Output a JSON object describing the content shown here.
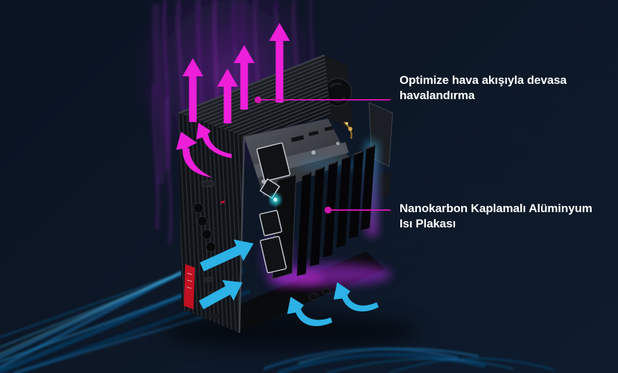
{
  "colors": {
    "magenta": "#ed1fd9",
    "cyan": "#2cb2e6",
    "callout": "#d016b0",
    "background": "#0d1726",
    "text": "#ffffff"
  },
  "annotations": [
    {
      "id": "ventilation",
      "text": "Optimize hava akışıyla devasa havalandırma",
      "target": "top-vent-grille"
    },
    {
      "id": "heat-plate",
      "text": "Nanokarbon Kaplamalı Alüminyum Isı Plakası",
      "target": "heatsink-fins"
    }
  ],
  "airflow_icons": {
    "exhaust_up_arrows": 4,
    "exhaust_swirl_arrows": 2,
    "intake_straight_arrows": 2,
    "intake_swirl_arrows": 2
  },
  "scene_parts": [
    "purple-exhaust-streaks",
    "cyan-intake-streaks",
    "mini-pc-device",
    "top-vent-grille",
    "rear-io-panel",
    "heatsink-fins",
    "callout-lines"
  ]
}
